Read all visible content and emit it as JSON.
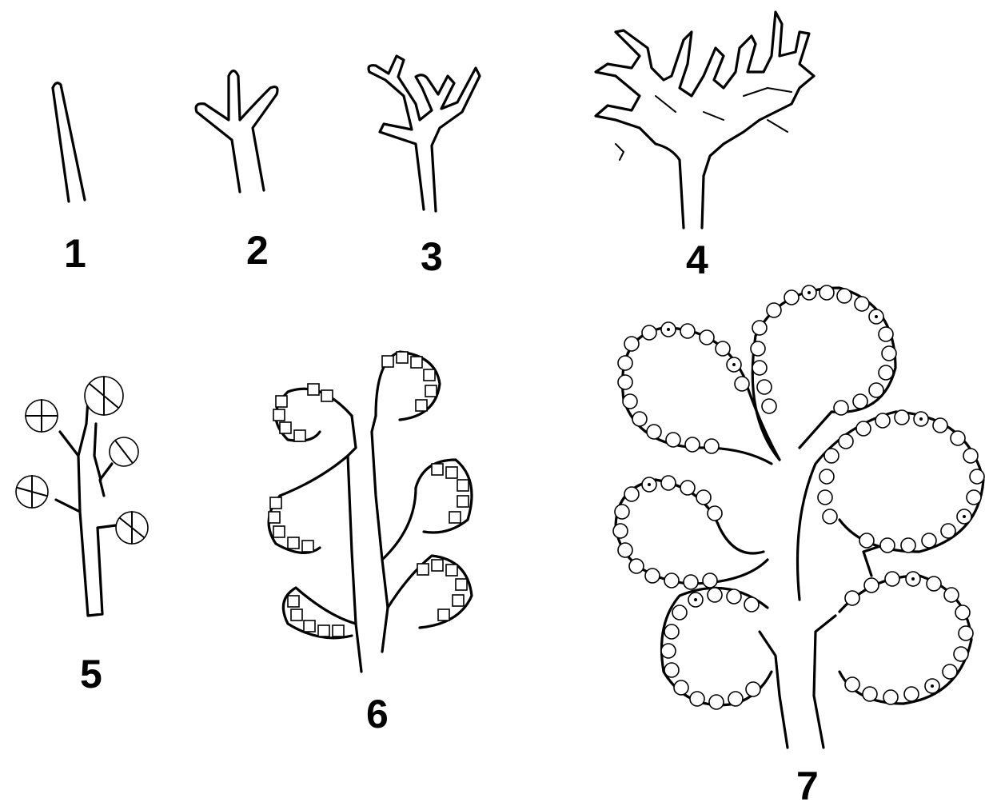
{
  "figure": {
    "stages": [
      {
        "label": "1"
      },
      {
        "label": "2"
      },
      {
        "label": "3"
      },
      {
        "label": "4"
      },
      {
        "label": "5"
      },
      {
        "label": "6"
      },
      {
        "label": "7"
      }
    ]
  }
}
